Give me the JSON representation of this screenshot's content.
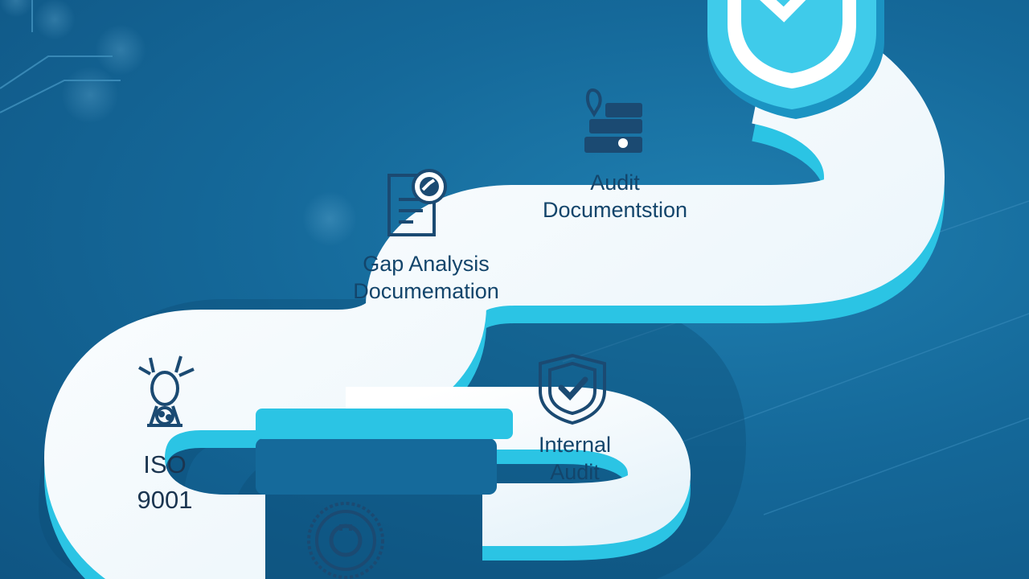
{
  "colors": {
    "background": "#15699a",
    "path_top": "#ffffff",
    "path_side": "#2cc6e6",
    "icon": "#1b4a72",
    "shield": "#38c6e8"
  },
  "steps": [
    {
      "icon": "iso-gear-icon",
      "lines": [
        "ISO",
        "9001"
      ]
    },
    {
      "icon": "document-check-icon",
      "lines": [
        "Gap Analysis",
        "Documemation"
      ]
    },
    {
      "icon": "clipboard-stack-icon",
      "lines": [
        "Audit",
        "Documentstion"
      ]
    },
    {
      "icon": "shield-check-icon",
      "lines": [
        "Internal",
        "Audit"
      ]
    },
    {
      "icon": "seal-icon",
      "lines": []
    }
  ],
  "goal_icon": "large-shield-icon"
}
